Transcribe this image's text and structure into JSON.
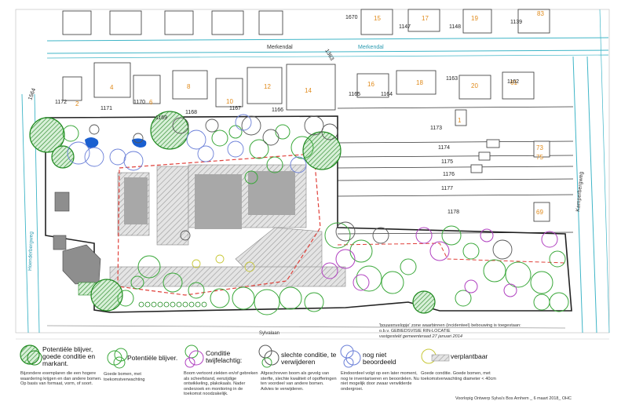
{
  "streets": {
    "merkendal_1": "Merkendal",
    "merkendal_2": "Merkendal",
    "sylvalaan": "Sylvalaan",
    "kamperbergweg": "Kamperbergweg",
    "left_road": "Hoenderbergweg"
  },
  "house_numbers": {
    "n2": "2",
    "n4": "4",
    "n6": "6",
    "n8": "8",
    "n10": "10",
    "n12": "12",
    "n14": "14",
    "n16": "16",
    "n18": "18",
    "n20": "20",
    "n61": "61",
    "n69": "69",
    "n15": "15",
    "n17": "17",
    "n19": "19",
    "n83": "83",
    "n73": "73",
    "n75": "75",
    "n1": "1"
  },
  "parcel_numbers": {
    "p1172": "1172",
    "p1171": "1171",
    "p1170": "1170",
    "p1169": "1169",
    "p1168": "1168",
    "p1167": "1167",
    "p1166": "1166",
    "p1165": "1165",
    "p1164": "1164",
    "p1163": "1163",
    "p1162": "1162",
    "p1173": "1173",
    "p1174": "1174",
    "p1175": "1175",
    "p1176": "1176",
    "p1177": "1177",
    "p1178": "1178",
    "p1147": "1147",
    "p1148": "1148",
    "p1139": "1139",
    "p1670": "1670",
    "p1363": "1363",
    "p1564": "1564"
  },
  "note": {
    "line1": "'bouwenvelopje' zone waarbinnen (incidenteel) bebouwing is toegestaan:",
    "line2": "o.b.v. GEBIEDSVISIE RIN-LOCATIE",
    "line3": "vastgesteld gemeenteraad 27 januari 2014"
  },
  "legend": {
    "markant_title": "Potentiële blijver, goede conditie en markant.",
    "markant_desc": "Bijzondere exemplaren die een hogere waardering krijgen en dan andere bomen. Op basis van formaat, vorm, of soort.",
    "blijver_title": "Potentiële blijver.",
    "blijver_desc": "Goede bomen, met toekomstverwachting",
    "twijfel_title": "Conditie twijfelachtig:",
    "twijfel_desc": "Boom vertoont ziekten en/of gebreken als scheefstand, eenzijdige ontwikkeling, plakokaals. Nader onderzoek en monitoring in de toekomst noodzakelijk.",
    "slecht_title": "slechte conditie, te verwijderen",
    "slecht_desc": "Afgeschreven boom als gevolg van sterfte, slechte kwaliteit of opofferingen ten voordeel van andere bomen. Advies te verwijderen.",
    "nognniet_title": "nog niet beoordeeld",
    "nognniet_desc": "Eindoordeel volgt op een later moment, nog te inventariseren en beoordelen. Nu niet mogelijk door zwaar verwilderde ondergroei.",
    "verplant_title": "verplantbaar",
    "verplant_desc": "Goede conditie. Goede bomen, met toekomstverwachting diameter < 40cm"
  },
  "credit": "Voorlopig Ontwerp Sylva's Bos Arnhem _ 6 maart 2018_ OHC",
  "colors": {
    "green_dark": "#1f8a1f",
    "green": "#3aa83a",
    "magenta": "#b040c0",
    "blue": "#6a7fd8",
    "grey": "#555555",
    "red_dash": "#e0403a",
    "orange": "#e08a1a",
    "road_cyan": "#3fb5c7",
    "hatch": "#b8b8b8"
  }
}
